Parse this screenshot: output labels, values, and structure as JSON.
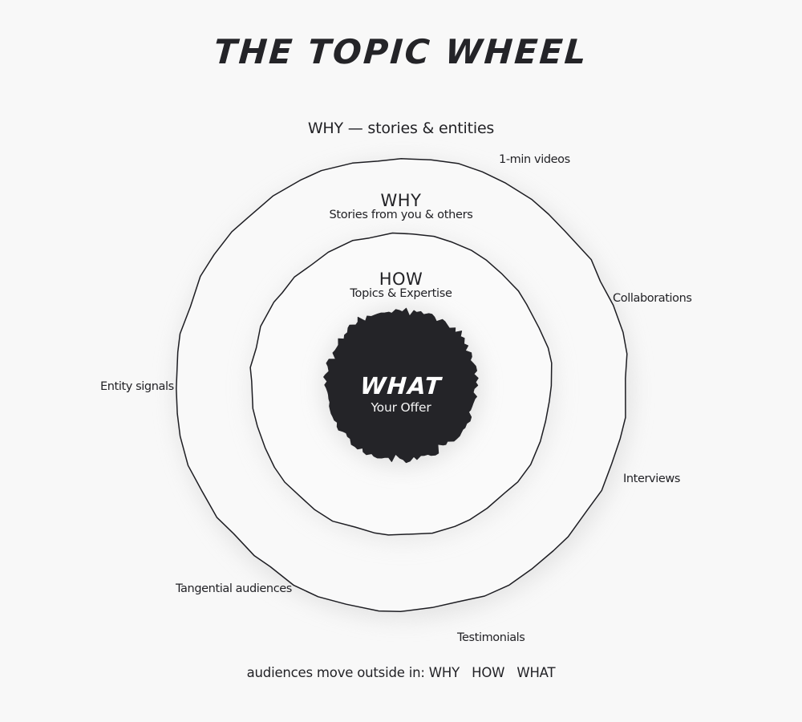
{
  "title": "THE TOPIC WHEEL",
  "subtitle": "WHY — stories & entities",
  "rings": [
    {
      "id": "outer-ring",
      "heading": "WHY",
      "sub": "Stories from you & others"
    },
    {
      "id": "middle-ring",
      "heading": "HOW",
      "sub": "Topics & Expertise"
    },
    {
      "id": "center-disc",
      "heading": "WHAT",
      "sub": "Your Offer"
    }
  ],
  "satellites": [
    {
      "label": "1-min videos"
    },
    {
      "label": "Collaborations"
    },
    {
      "label": "Interviews"
    },
    {
      "label": "Testimonials"
    },
    {
      "label": "Tangential audiences"
    },
    {
      "label": "Entity signals"
    }
  ],
  "caption": "audiences move outside in: WHY   HOW   WHAT",
  "colors": {
    "background": "#f8f8f8",
    "ink": "#1d1d22",
    "ring_fill": "#f9f9f9",
    "inner_ring_fill": "#fafafa",
    "center_fill": "#242428",
    "center_text": "#ffffff",
    "shadow": "#dedede"
  }
}
